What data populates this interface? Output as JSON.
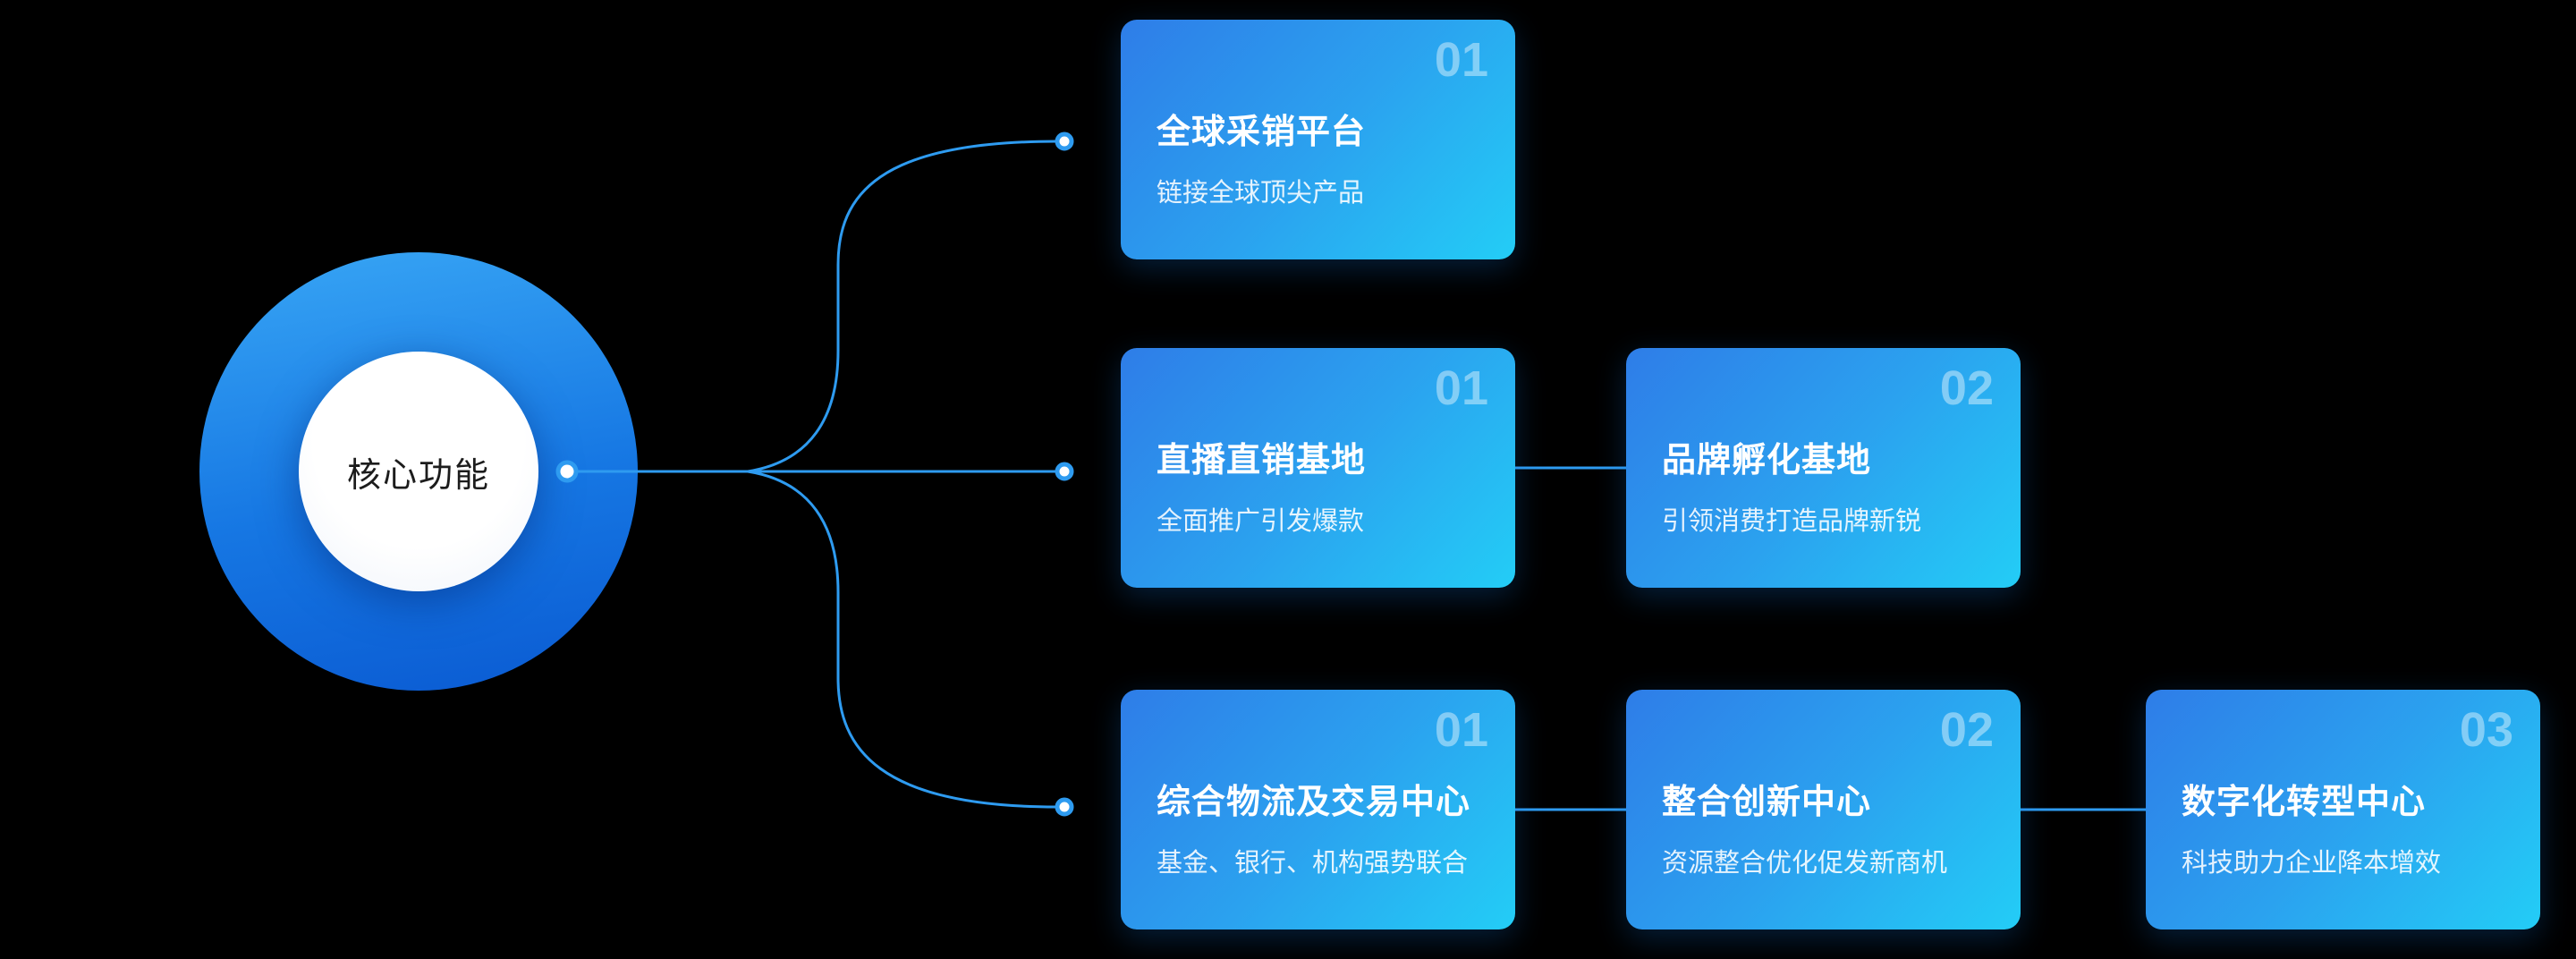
{
  "hub": {
    "label": "核心功能"
  },
  "rows": [
    {
      "cards": [
        {
          "number": "01",
          "title": "全球采销平台",
          "subtitle": "链接全球顶尖产品"
        }
      ]
    },
    {
      "cards": [
        {
          "number": "01",
          "title": "直播直销基地",
          "subtitle": "全面推广引发爆款"
        },
        {
          "number": "02",
          "title": "品牌孵化基地",
          "subtitle": "引领消费打造品牌新锐"
        }
      ]
    },
    {
      "cards": [
        {
          "number": "01",
          "title": "综合物流及交易中心",
          "subtitle": "基金、银行、机构强势联合"
        },
        {
          "number": "02",
          "title": "整合创新中心",
          "subtitle": "资源整合优化促发新商机"
        },
        {
          "number": "03",
          "title": "数字化转型中心",
          "subtitle": "科技助力企业降本增效"
        }
      ]
    }
  ],
  "colors": {
    "background": "#000000",
    "connector_line": "#2e9bf0",
    "node_dot_fill": "#ffffff",
    "card_gradient_start": "#2e7de8",
    "card_gradient_end": "#23cdf6",
    "hub_gradient_start": "#38a6f5",
    "hub_gradient_end": "#0a5ad2",
    "hub_inner": "#ffffff",
    "title_text": "#ffffff"
  }
}
